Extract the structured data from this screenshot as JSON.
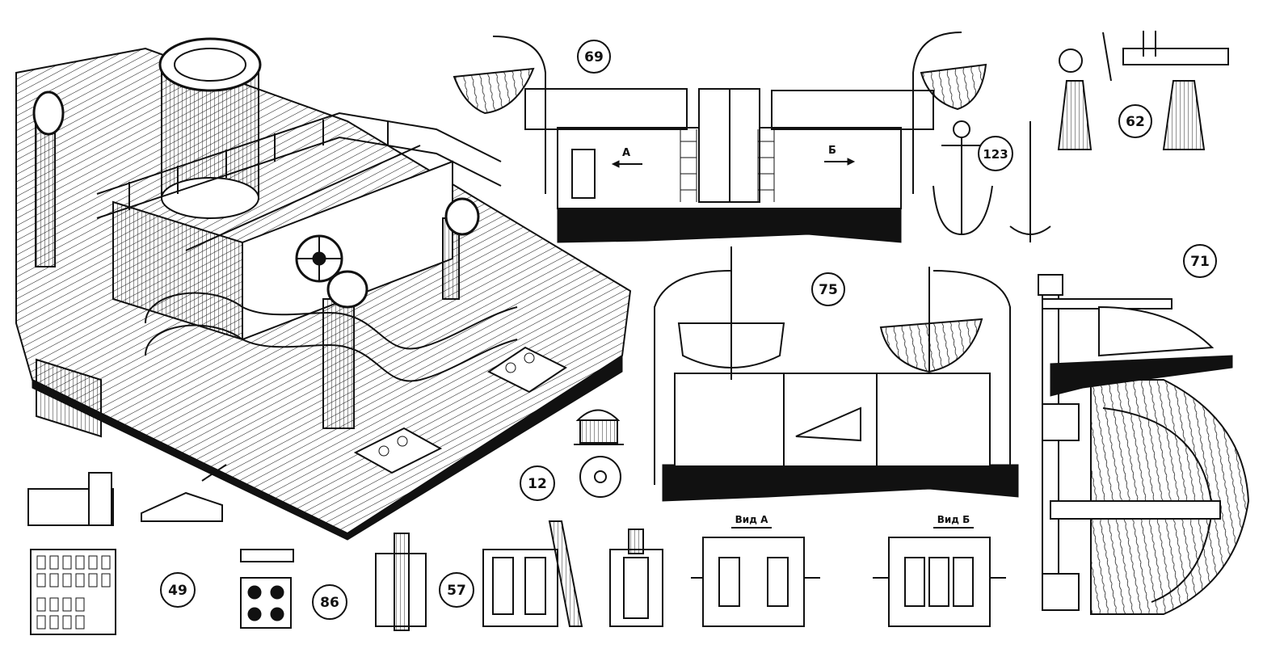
{
  "figure_numbers": {
    "n69": "69",
    "n62": "62",
    "n123": "123",
    "n71": "71",
    "n75": "75",
    "n12": "12",
    "n49": "49",
    "n86": "86",
    "n57": "57"
  },
  "view_labels": {
    "view_a": "Вид А",
    "view_b": "Вид Б"
  },
  "arrow_letters": {
    "a": "А",
    "b": "Б"
  },
  "colors": {
    "ink": "#111111",
    "paper": "#ffffff"
  }
}
